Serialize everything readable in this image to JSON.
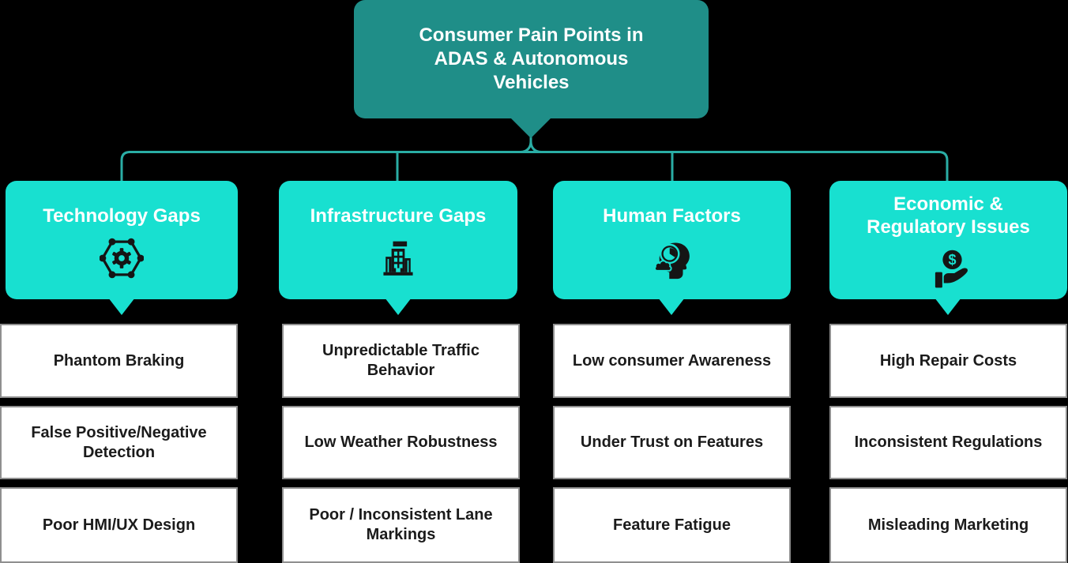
{
  "diagram": {
    "root": {
      "title": "Consumer Pain Points in ADAS & Autonomous Vehicles"
    },
    "branches": [
      {
        "title": "Technology Gaps",
        "icon": "gear-network-icon",
        "items": [
          "Phantom Braking",
          "False Positive/Negative Detection",
          "Poor HMI/UX Design"
        ]
      },
      {
        "title": "Infrastructure Gaps",
        "icon": "building-icon",
        "items": [
          "Unpredictable Traffic Behavior",
          "Low Weather Robustness",
          "Poor / Inconsistent Lane Markings"
        ]
      },
      {
        "title": "Human Factors",
        "icon": "head-clock-icon",
        "items": [
          "Low consumer Awareness",
          "Under Trust on Features",
          "Feature Fatigue"
        ]
      },
      {
        "title": "Economic & Regulatory Issues",
        "icon": "hand-dollar-icon",
        "items": [
          "High Repair Costs",
          "Inconsistent Regulations",
          "Misleading Marketing"
        ]
      }
    ],
    "colors": {
      "background": "#000000",
      "root_box": "#1f8e88",
      "branch_box": "#18e0d0",
      "connector": "#2aada5",
      "item_bg": "#ffffff",
      "item_border": "#8f8f8f",
      "item_text": "#1b1b1b",
      "title_text": "#ffffff",
      "icon": "#151515"
    }
  }
}
